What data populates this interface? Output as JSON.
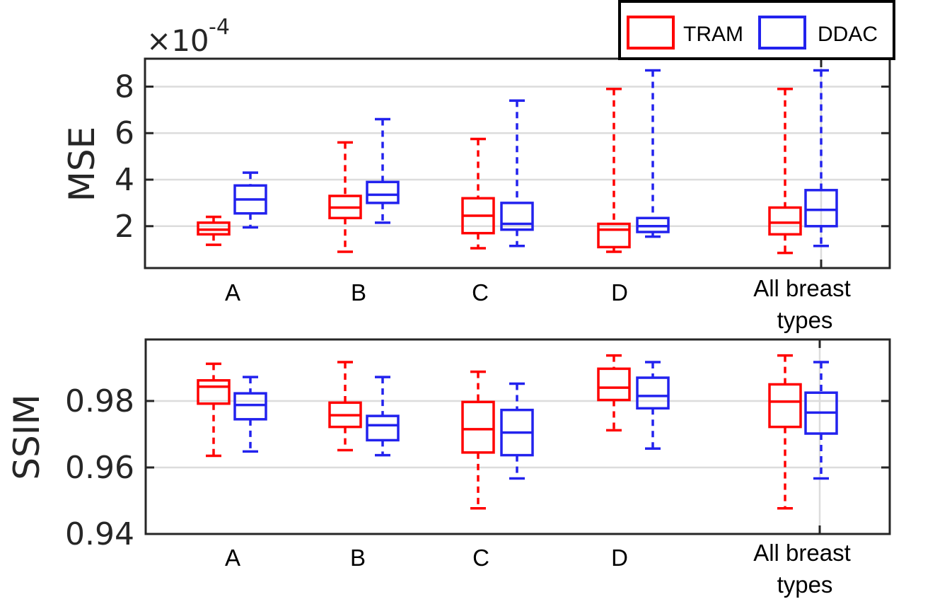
{
  "legend": {
    "entries": [
      {
        "label": "TRAM",
        "color": "#ff0000"
      },
      {
        "label": "DDAC",
        "color": "#2222ee"
      }
    ],
    "placement": "top-right"
  },
  "chart_data": [
    {
      "type": "box",
      "ylabel": "MSE",
      "exponent_base": "×10",
      "exponent_power": "-4",
      "ylim": [
        0.2,
        9.2
      ],
      "yticks": [
        2,
        4,
        6,
        8
      ],
      "ytick_labels": [
        "2",
        "4",
        "6",
        "8"
      ],
      "grid": true,
      "categories": [
        "A",
        "B",
        "C",
        "D"
      ],
      "all_label_line1": "All breast",
      "all_label_line2": "types",
      "series": [
        {
          "name": "TRAM",
          "color": "#ff0000",
          "boxes": [
            {
              "min": 1.2,
              "q1": 1.65,
              "median": 1.85,
              "q3": 2.15,
              "max": 2.4
            },
            {
              "min": 0.9,
              "q1": 2.35,
              "median": 2.8,
              "q3": 3.3,
              "max": 5.6
            },
            {
              "min": 1.05,
              "q1": 1.7,
              "median": 2.45,
              "q3": 3.2,
              "max": 5.75
            },
            {
              "min": 0.9,
              "q1": 1.1,
              "median": 1.85,
              "q3": 2.1,
              "max": 7.9
            },
            {
              "min": 0.85,
              "q1": 1.65,
              "median": 2.15,
              "q3": 2.8,
              "max": 7.9
            }
          ]
        },
        {
          "name": "DDAC",
          "color": "#2222ee",
          "boxes": [
            {
              "min": 1.95,
              "q1": 2.55,
              "median": 3.15,
              "q3": 3.75,
              "max": 4.3
            },
            {
              "min": 2.15,
              "q1": 3.0,
              "median": 3.35,
              "q3": 3.9,
              "max": 6.6
            },
            {
              "min": 1.15,
              "q1": 1.85,
              "median": 2.1,
              "q3": 3.0,
              "max": 7.4
            },
            {
              "min": 1.55,
              "q1": 1.75,
              "median": 2.0,
              "q3": 2.35,
              "max": 8.7
            },
            {
              "min": 1.15,
              "q1": 2.0,
              "median": 2.7,
              "q3": 3.55,
              "max": 8.7
            }
          ]
        }
      ]
    },
    {
      "type": "box",
      "ylabel": "SSIM",
      "ylim": [
        0.94,
        0.9985
      ],
      "yticks": [
        0.94,
        0.96,
        0.98
      ],
      "ytick_labels": [
        "0.94",
        "0.96",
        "0.98"
      ],
      "grid": true,
      "categories": [
        "A",
        "B",
        "C",
        "D"
      ],
      "all_label_line1": "All breast",
      "all_label_line2": "types",
      "series": [
        {
          "name": "TRAM",
          "color": "#ff0000",
          "boxes": [
            {
              "min": 0.9635,
              "q1": 0.9792,
              "median": 0.9843,
              "q3": 0.9862,
              "max": 0.9912
            },
            {
              "min": 0.9652,
              "q1": 0.9722,
              "median": 0.9757,
              "q3": 0.9795,
              "max": 0.9917
            },
            {
              "min": 0.9477,
              "q1": 0.9645,
              "median": 0.9715,
              "q3": 0.9797,
              "max": 0.9888
            },
            {
              "min": 0.9712,
              "q1": 0.9803,
              "median": 0.984,
              "q3": 0.9897,
              "max": 0.9937
            },
            {
              "min": 0.9477,
              "q1": 0.9722,
              "median": 0.9798,
              "q3": 0.985,
              "max": 0.9937
            }
          ]
        },
        {
          "name": "DDAC",
          "color": "#2222ee",
          "boxes": [
            {
              "min": 0.9648,
              "q1": 0.9745,
              "median": 0.9788,
              "q3": 0.9823,
              "max": 0.9872
            },
            {
              "min": 0.9637,
              "q1": 0.9682,
              "median": 0.9727,
              "q3": 0.9755,
              "max": 0.9872
            },
            {
              "min": 0.9567,
              "q1": 0.9637,
              "median": 0.9705,
              "q3": 0.9773,
              "max": 0.9852
            },
            {
              "min": 0.9657,
              "q1": 0.9778,
              "median": 0.9815,
              "q3": 0.987,
              "max": 0.9917
            },
            {
              "min": 0.9567,
              "q1": 0.9702,
              "median": 0.9765,
              "q3": 0.9825,
              "max": 0.9917
            }
          ]
        }
      ]
    }
  ]
}
